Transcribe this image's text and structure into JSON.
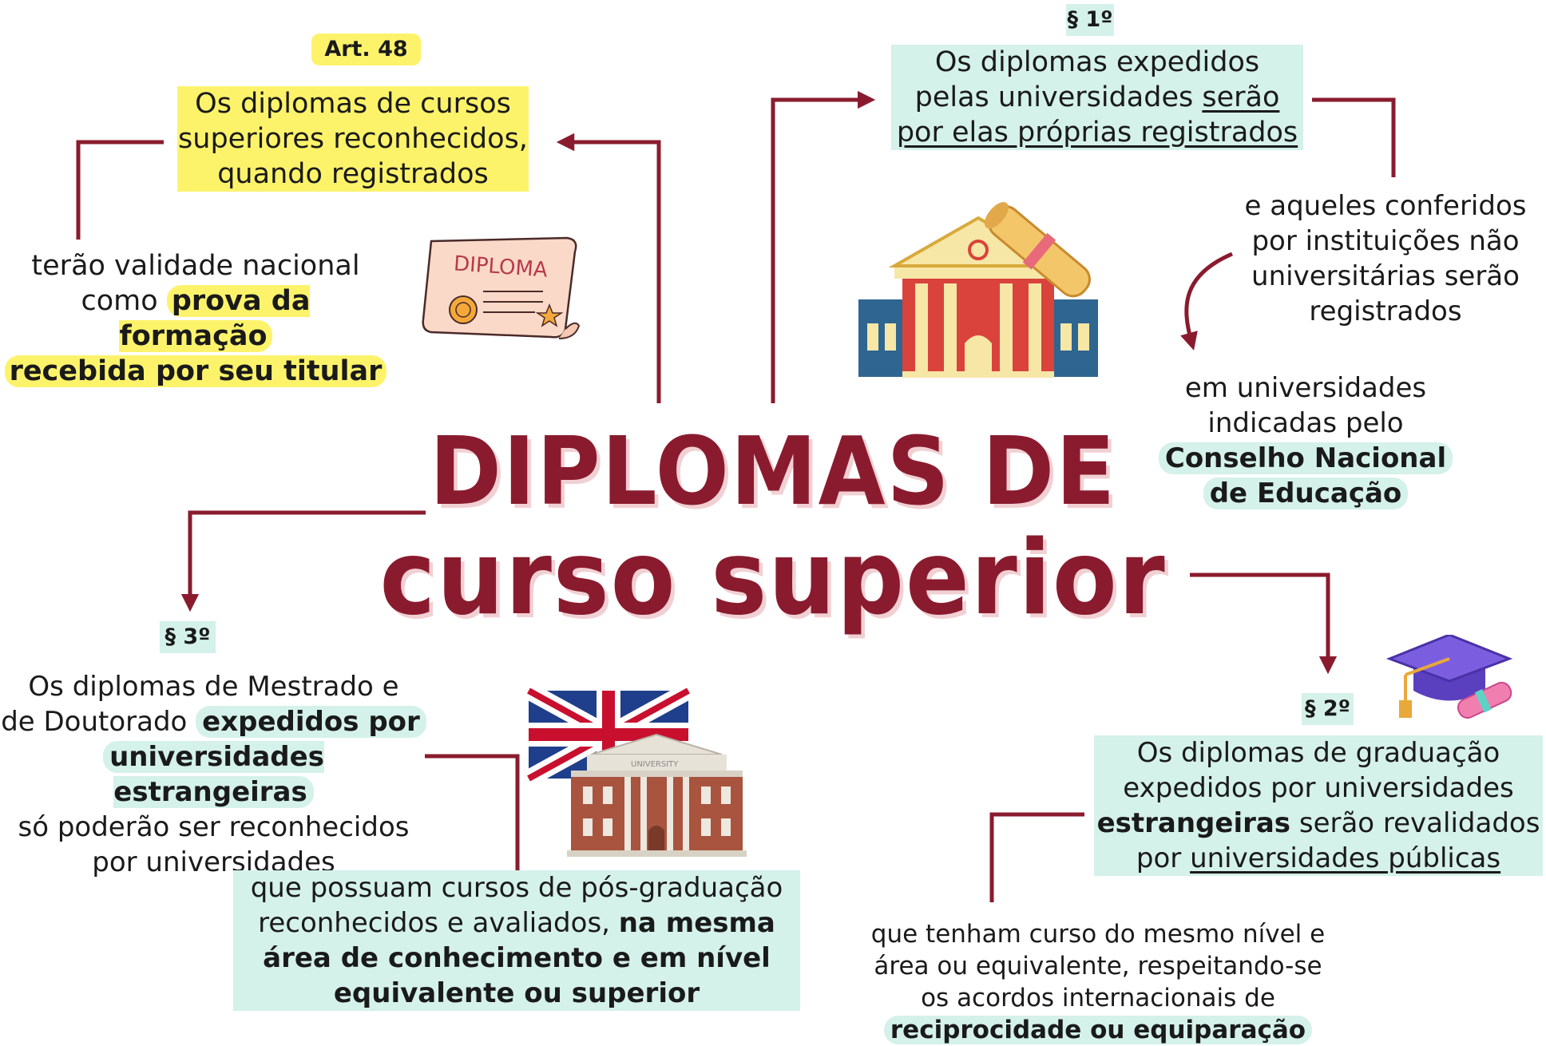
{
  "title": {
    "line1": "DIPLOMAS DE",
    "line2": "curso superior"
  },
  "art48": {
    "badge": "Art. 48",
    "box": [
      "Os diplomas de cursos",
      "superiores reconhecidos,",
      "quando registrados"
    ],
    "text_line1": "terão validade nacional",
    "text_line2a": "como ",
    "text_line2b": "prova da formação",
    "text_line3": "recebida por seu titular",
    "diploma_label": "DIPLOMA"
  },
  "par1": {
    "badge": "§ 1º",
    "box_line1": "Os diplomas expedidos",
    "box_line2a": "pelas universidades ",
    "box_line2b": "serão",
    "box_line3": "por elas próprias registrados",
    "text": [
      "e aqueles conferidos",
      "por instituições não",
      "universitárias serão",
      "registrados"
    ],
    "text2": [
      "em universidades",
      "indicadas pelo"
    ],
    "text2_bold": [
      "Conselho Nacional",
      "de Educação"
    ]
  },
  "par2": {
    "badge": "§ 2º",
    "box_line1": "Os diplomas de graduação",
    "box_line2": "expedidos por universidades",
    "box_line3a": "estrangeiras",
    "box_line3b": " serão revalidados",
    "box_line4a": "por ",
    "box_line4b": "universidades públicas",
    "text": [
      "que tenham curso do mesmo nível e",
      "área ou equivalente, respeitando-se",
      "os acordos internacionais de"
    ],
    "text_bold": "reciprocidade ou equiparação"
  },
  "par3": {
    "badge": "§ 3º",
    "line1": "Os diplomas de Mestrado e",
    "line2a": "de Doutorado ",
    "line2b": "expedidos por",
    "line3": "universidades estrangeiras",
    "line4": "só poderão ser reconhecidos",
    "line5": "por universidades",
    "box_line1": "que possuam cursos de pós-graduação",
    "box_line2a": "reconhecidos e avaliados, ",
    "box_line2b": "na mesma",
    "box_line3": "área de conhecimento e em nível",
    "box_line4": "equivalente ou superior",
    "university_label": "UNIVERSITY"
  },
  "colors": {
    "accent": "#8a1b2e",
    "yellow": "#fdf36b",
    "mint": "#d4f1ea",
    "shadow": "#f1d0d3"
  }
}
